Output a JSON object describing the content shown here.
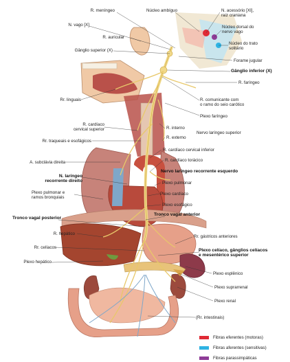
{
  "labels": {
    "r_meningeo": "R. meníngeo",
    "nucleo_ambiguo": "Núcleo ambíguo",
    "n_acessorio": "N. acessório [XI],\nraiz craniana",
    "n_vago": "N. vago [X]",
    "nucleo_dorsal": "Núcleo dorsal do\nnervo vago",
    "r_auricular": "R. auricular",
    "nucleo_trato": "Núcleo do trato\nsolitário",
    "ganglio_superior": "Gânglio superior (X)",
    "forame_jugular": "Forame jugular",
    "ganglio_inferior": "Gânglio inferior (X)",
    "r_faringeo": "R. faríngeo",
    "rr_linguais": "Rr. linguais",
    "r_comunicante": "R. comunicante com\no ramo do seio carótico",
    "plexo_faringeo": "Plexo faríngeo",
    "r_cardiaco_cervical_superior": "R. cardíaco\ncervical superior",
    "r_interno": "R. interno",
    "nervo_laringeo_superior": "Nervo laríngeo superior",
    "r_externo": "R. externo",
    "rr_traqueais": "Rr. traqueais e esofágicos",
    "r_cardiaco_cervical_inferior": "R. cardíaco cervical inferior",
    "a_subclavia": "A. subclávia direita",
    "r_cardiaco_toracico": "R. cardíaco torácico",
    "nervo_laringeo_recorrente_esquerdo": "Nervo laríngeo recorrente esquerdo",
    "n_laringeo_recorrente_direito": "N. laríngeo\nrecorrente direito",
    "plexo_pulmonar": "Plexo pulmonar",
    "plexo_pulmonar_ramos": "Plexo pulmonar e\nramos bronquiais",
    "plexo_cardiaco": "Plexo cardíaco",
    "plexo_esofagico": "Plexo esofágico",
    "tronco_vagal_anterior": "Tronco vagal anterior",
    "tronco_vagal_posterior": "Tronco vagal posterior",
    "r_hepatico": "R. hepático",
    "rr_gastricos": "Rr. gástricos anteriores",
    "rr_celiacos": "Rr. celíacos",
    "plexo_celiaco": "Plexo celíaco, gânglios celíacos\ne mesentérico superior",
    "plexo_hepatico": "Plexo hepático",
    "plexo_esplenico": "Plexo esplênico",
    "plexo_suprarrenal": "Plexo suprarrenal",
    "plexo_renal": "Plexo renal",
    "rr_intestinais": "(Rr. intestinais)"
  },
  "legend": [
    {
      "label": "Fibras eferentes (motoras)",
      "color": "#e02a35"
    },
    {
      "label": "Fibras aferentes (sensitivas)",
      "color": "#2fb3e3"
    },
    {
      "label": "Fibras parassimpáticas",
      "color": "#8e3c97"
    }
  ],
  "colors": {
    "nerve": "#f1d98a",
    "nerve_edge": "#c9a441",
    "vessel_blue": "#7fa7c9",
    "muscle": "#b9514a",
    "organ_light": "#e6a089",
    "liver": "#a4452f",
    "skin": "#f0c9a6",
    "lung": "#c7837a",
    "heart": "#b84a3c"
  }
}
